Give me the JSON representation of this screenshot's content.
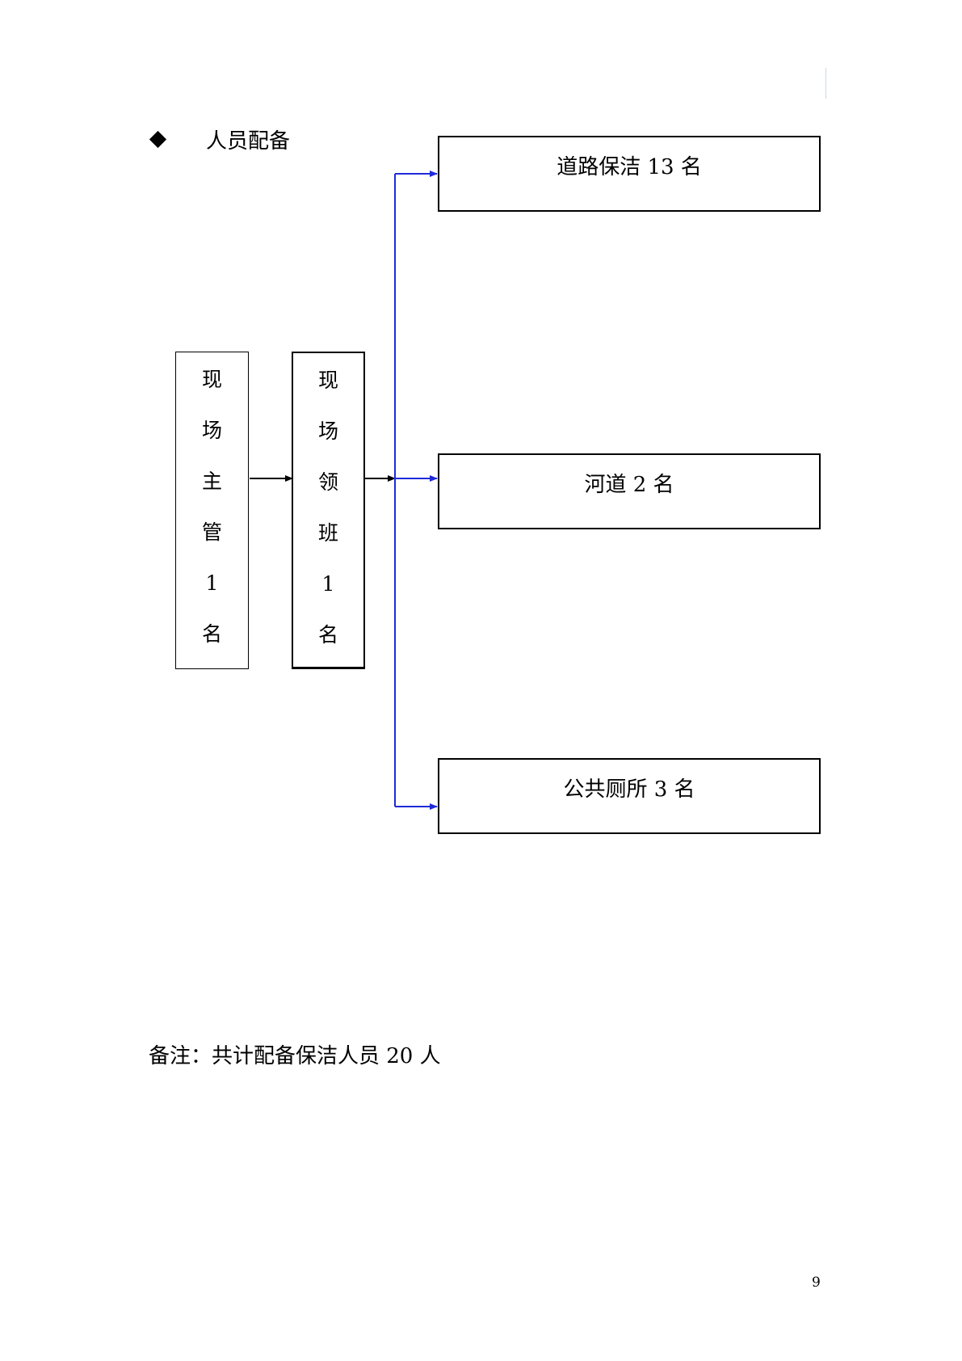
{
  "section": {
    "title": "人员配备"
  },
  "org_chart": {
    "supervisor": {
      "chars": [
        "现",
        "场",
        "主",
        "管",
        "1",
        "名"
      ]
    },
    "team_leader": {
      "chars": [
        "现",
        "场",
        "领",
        "班",
        "1",
        "名"
      ]
    },
    "branches": [
      {
        "label": "道路保洁 13 名"
      },
      {
        "label": "河道 2 名"
      },
      {
        "label": "公共厕所 3 名"
      }
    ],
    "colors": {
      "main_connector": "#000000",
      "branch_connector": "#1f2bd8"
    }
  },
  "note": {
    "text": "备注：共计配备保洁人员 20 人"
  },
  "footer": {
    "page_number": "9"
  }
}
